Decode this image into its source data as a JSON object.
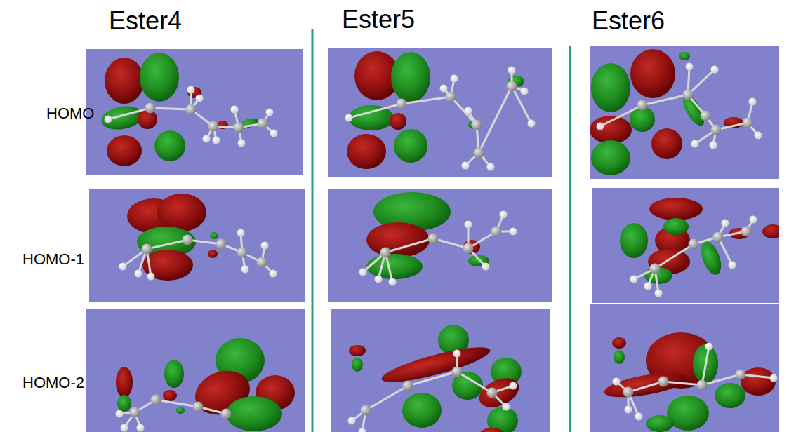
{
  "diagram": {
    "labels": [
      "Ester4",
      "Ester5",
      "Ester6",
      "HOMO",
      "HOMO-1",
      "HOMO-2"
    ]
  }
}
